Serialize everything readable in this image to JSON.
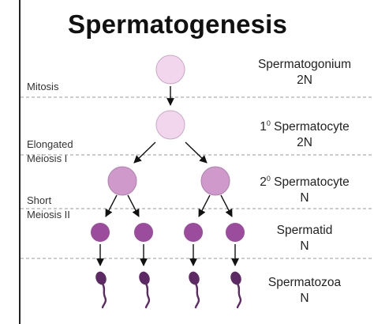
{
  "title": "Spermatogenesis",
  "stage_labels": {
    "mitosis": "Mitosis",
    "elongated": "Elongated",
    "meiosis1": "Meiosis I",
    "short": "Short",
    "meiosis2": "Meiosis II"
  },
  "cell_labels": {
    "spermatogonium_name": "Spermatogonium",
    "spermatogonium_ploidy": "2N",
    "primary_prefix": "1",
    "primary_sup": "0",
    "primary_name": " Spermatocyte",
    "primary_ploidy": "2N",
    "secondary_prefix": "2",
    "secondary_sup": "0",
    "secondary_name": " Spermatocyte",
    "secondary_ploidy": "N",
    "spermatid_name": "Spermatid",
    "spermatid_ploidy": "N",
    "spermatozoa_name": "Spermatozoa",
    "spermatozoa_ploidy": "N"
  },
  "colors": {
    "spermatogonium_fill": "#f2d6ee",
    "primary_fill": "#f2d6ee",
    "secondary_fill": "#cf99cc",
    "spermatid_fill": "#9b4c9c",
    "spermatozoa_fill": "#5e2a66",
    "dashed_line": "#999999"
  }
}
